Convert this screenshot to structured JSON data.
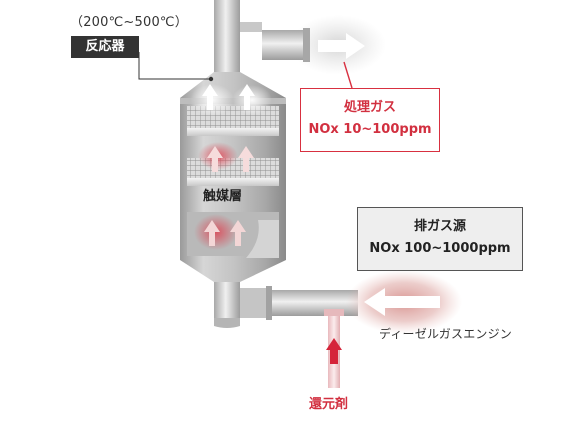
{
  "reactor": {
    "temperature_range": "（200℃~500℃）",
    "label": "反応器",
    "catalyst_layer_label": "触媒層"
  },
  "outlet": {
    "title": "処理ガス",
    "nox": "NOx 10~100ppm"
  },
  "inlet": {
    "title": "排ガス源",
    "nox": "NOx 100~1000ppm",
    "source_label": "ディーゼルガスエンジン"
  },
  "reductant": {
    "label": "還元剤"
  },
  "colors": {
    "accent_red": "#d23040",
    "vessel_gray": "#bdbdbd",
    "label_dark": "#333333"
  }
}
